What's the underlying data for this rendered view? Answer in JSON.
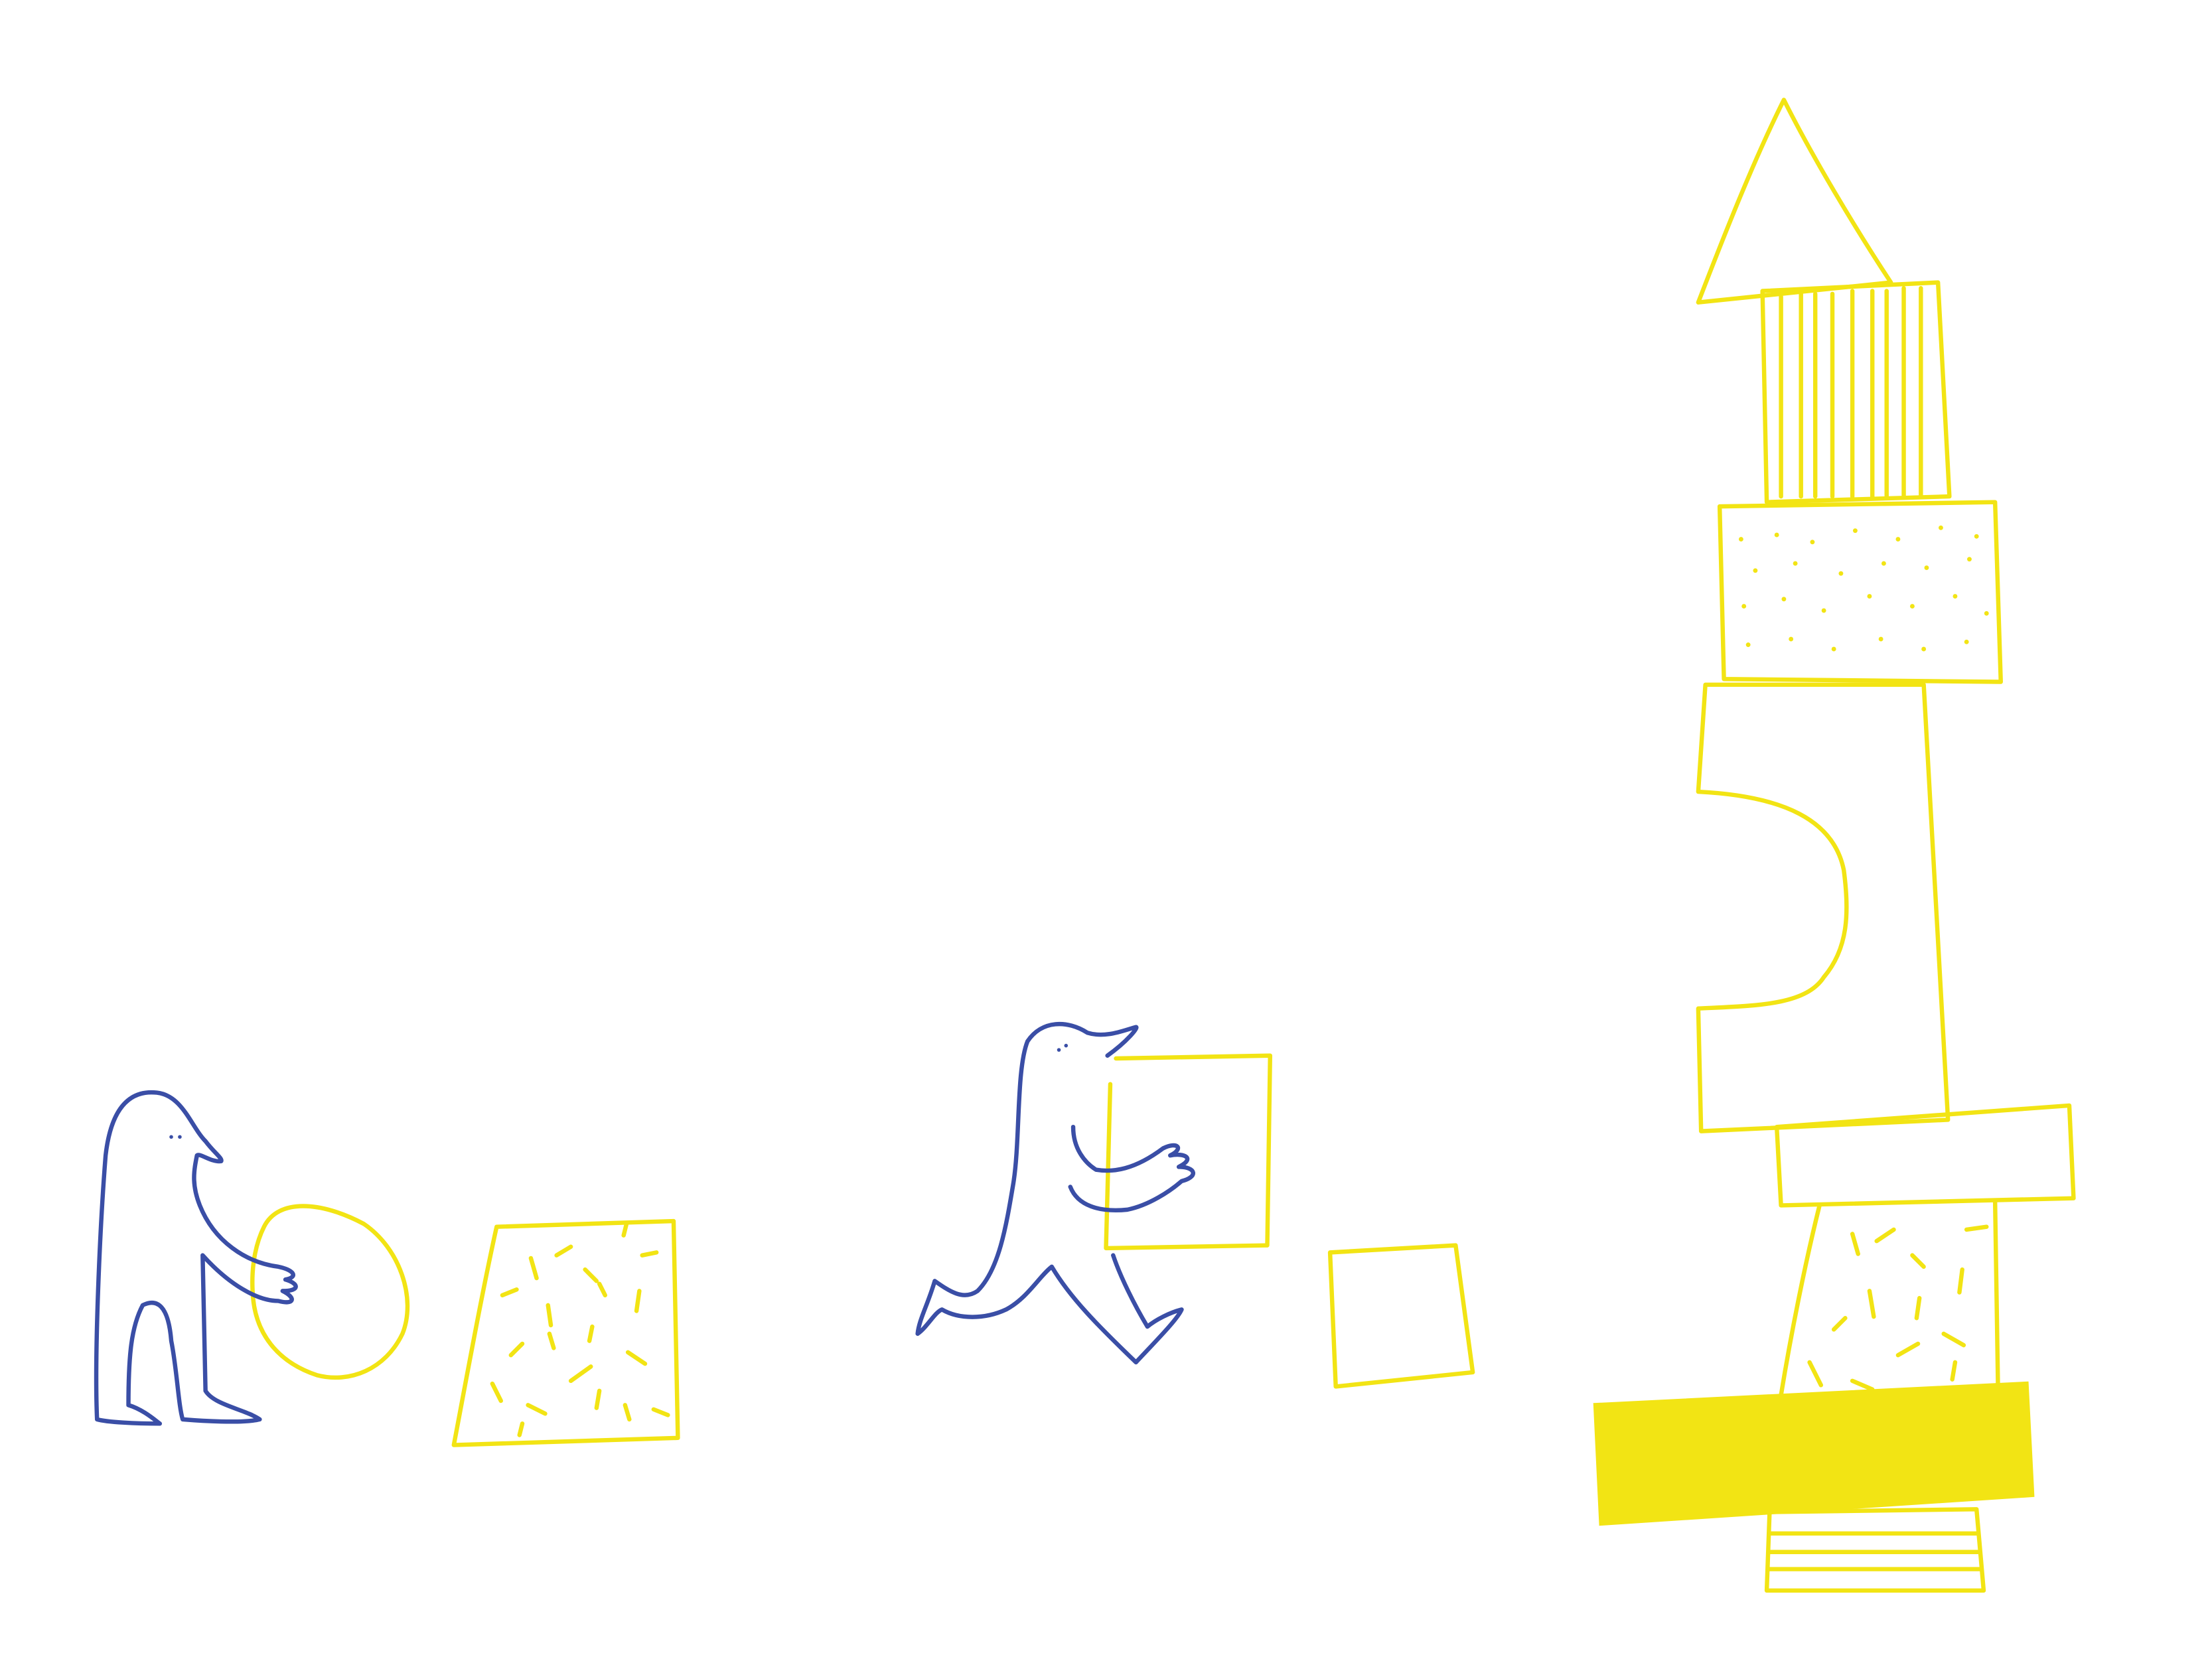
{
  "colors": {
    "background": "#ffffff",
    "blocks": "#f2e414",
    "figures": "#3a4ea6"
  },
  "icons": [
    "figure-with-ball",
    "walking-figure-with-block",
    "block-tower"
  ]
}
